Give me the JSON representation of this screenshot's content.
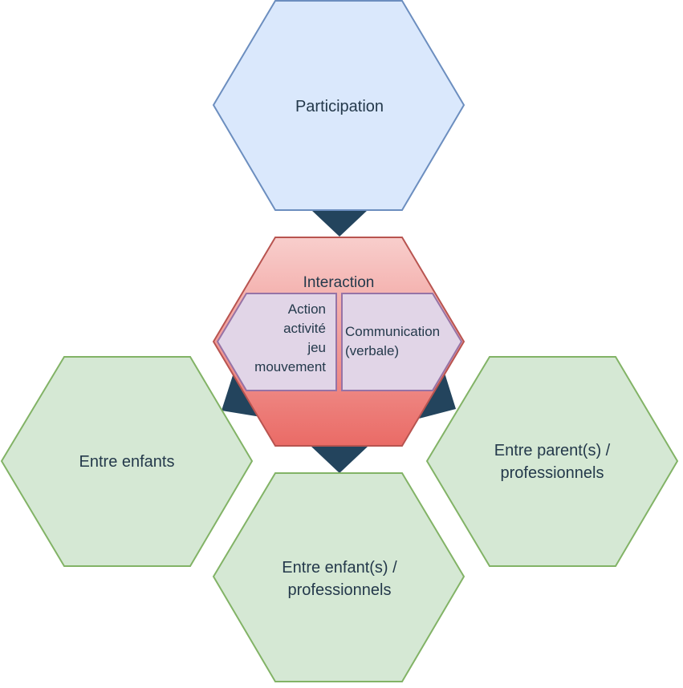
{
  "nodes": {
    "participation": {
      "label": "Participation"
    },
    "interaction": {
      "label": "Interaction",
      "sub_left": {
        "lines": [
          "Action",
          "activité",
          "jeu",
          "mouvement"
        ]
      },
      "sub_right": {
        "lines": [
          "Communication",
          "(verbale)"
        ]
      }
    },
    "entre_enfants": {
      "lines": [
        "Entre enfants"
      ]
    },
    "entre_parents": {
      "lines": [
        "Entre parent(s) /",
        "professionnels"
      ]
    },
    "entre_enfants_pros": {
      "lines": [
        "Entre enfant(s) /",
        "professionnels"
      ]
    }
  },
  "colors": {
    "blue_fill": "#dae8fc",
    "blue_stroke": "#6c8ebf",
    "red_fill_top": "#f8cecc",
    "red_fill_bottom": "#ea6b66",
    "red_stroke": "#b85450",
    "purple_fill": "#e1d5e7",
    "purple_stroke": "#9673a6",
    "green_fill": "#d5e8d4",
    "green_stroke": "#82b366",
    "connector": "#23445d",
    "text": "#24394b"
  }
}
